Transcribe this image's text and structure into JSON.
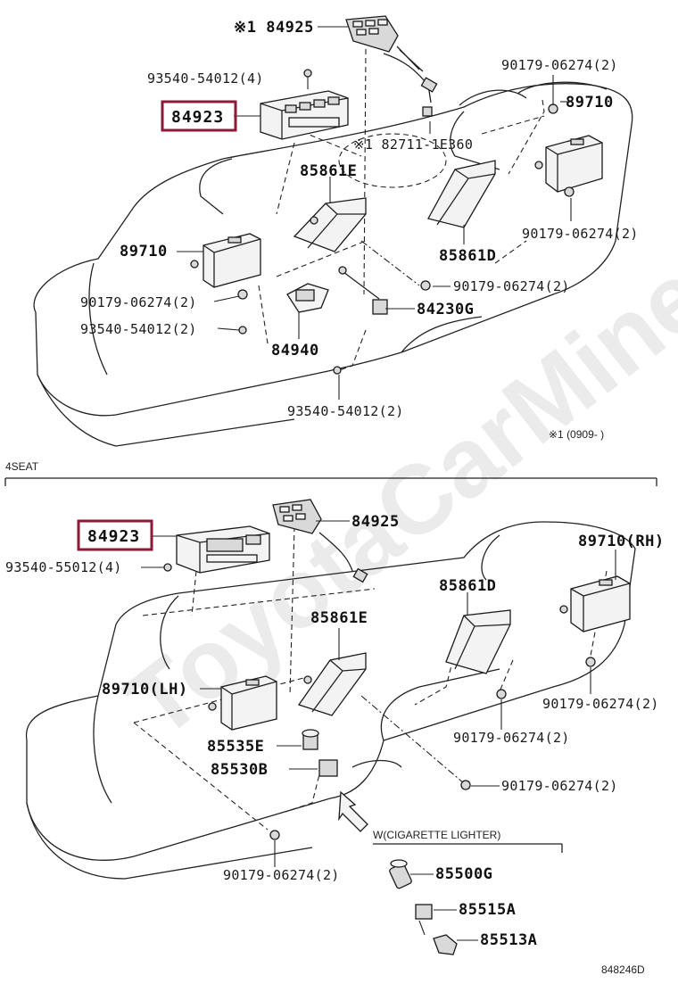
{
  "diagram_code": "848246D",
  "watermark": "ToyotaCarMine",
  "top": {
    "note": "※1 (0909-      )",
    "labels": {
      "p84925": "※1 84925",
      "p93540_top": "93540-54012(4)",
      "p84923": "84923",
      "p90179_rt": "90179-06274(2)",
      "p89710_r": "89710",
      "p82711": "※1 82711-1E360",
      "p85861E": "85861E",
      "p89710_l": "89710",
      "p85861D": "85861D",
      "p90179_rb": "90179-06274(2)",
      "p90179_mid": "90179-06274(2)",
      "p90179_l": "90179-06274(2)",
      "p84230G": "84230G",
      "p93540_l": "93540-54012(2)",
      "p84940": "84940",
      "p93540_b": "93540-54012(2)"
    }
  },
  "section_title": "4SEAT",
  "bottom": {
    "labels": {
      "p84923": "84923",
      "p84925": "84925",
      "p93540": "93540-55012(4)",
      "p89710_rh": "89710(RH)",
      "p85861D": "85861D",
      "p85861E": "85861E",
      "p89710_lh": "89710(LH)",
      "p90179_r": "90179-06274(2)",
      "p85535E": "85535E",
      "p90179_mid": "90179-06274(2)",
      "p85530B": "85530B",
      "p90179_low": "90179-06274(2)",
      "p90179_b": "90179-06274(2)"
    },
    "lighter": {
      "title": "W(CIGARETTE LIGHTER)",
      "p85500G": "85500G",
      "p85515A": "85515A",
      "p85513A": "85513A"
    }
  },
  "colors": {
    "highlight": "#8b1a3a",
    "ink": "#1a1a1a"
  }
}
